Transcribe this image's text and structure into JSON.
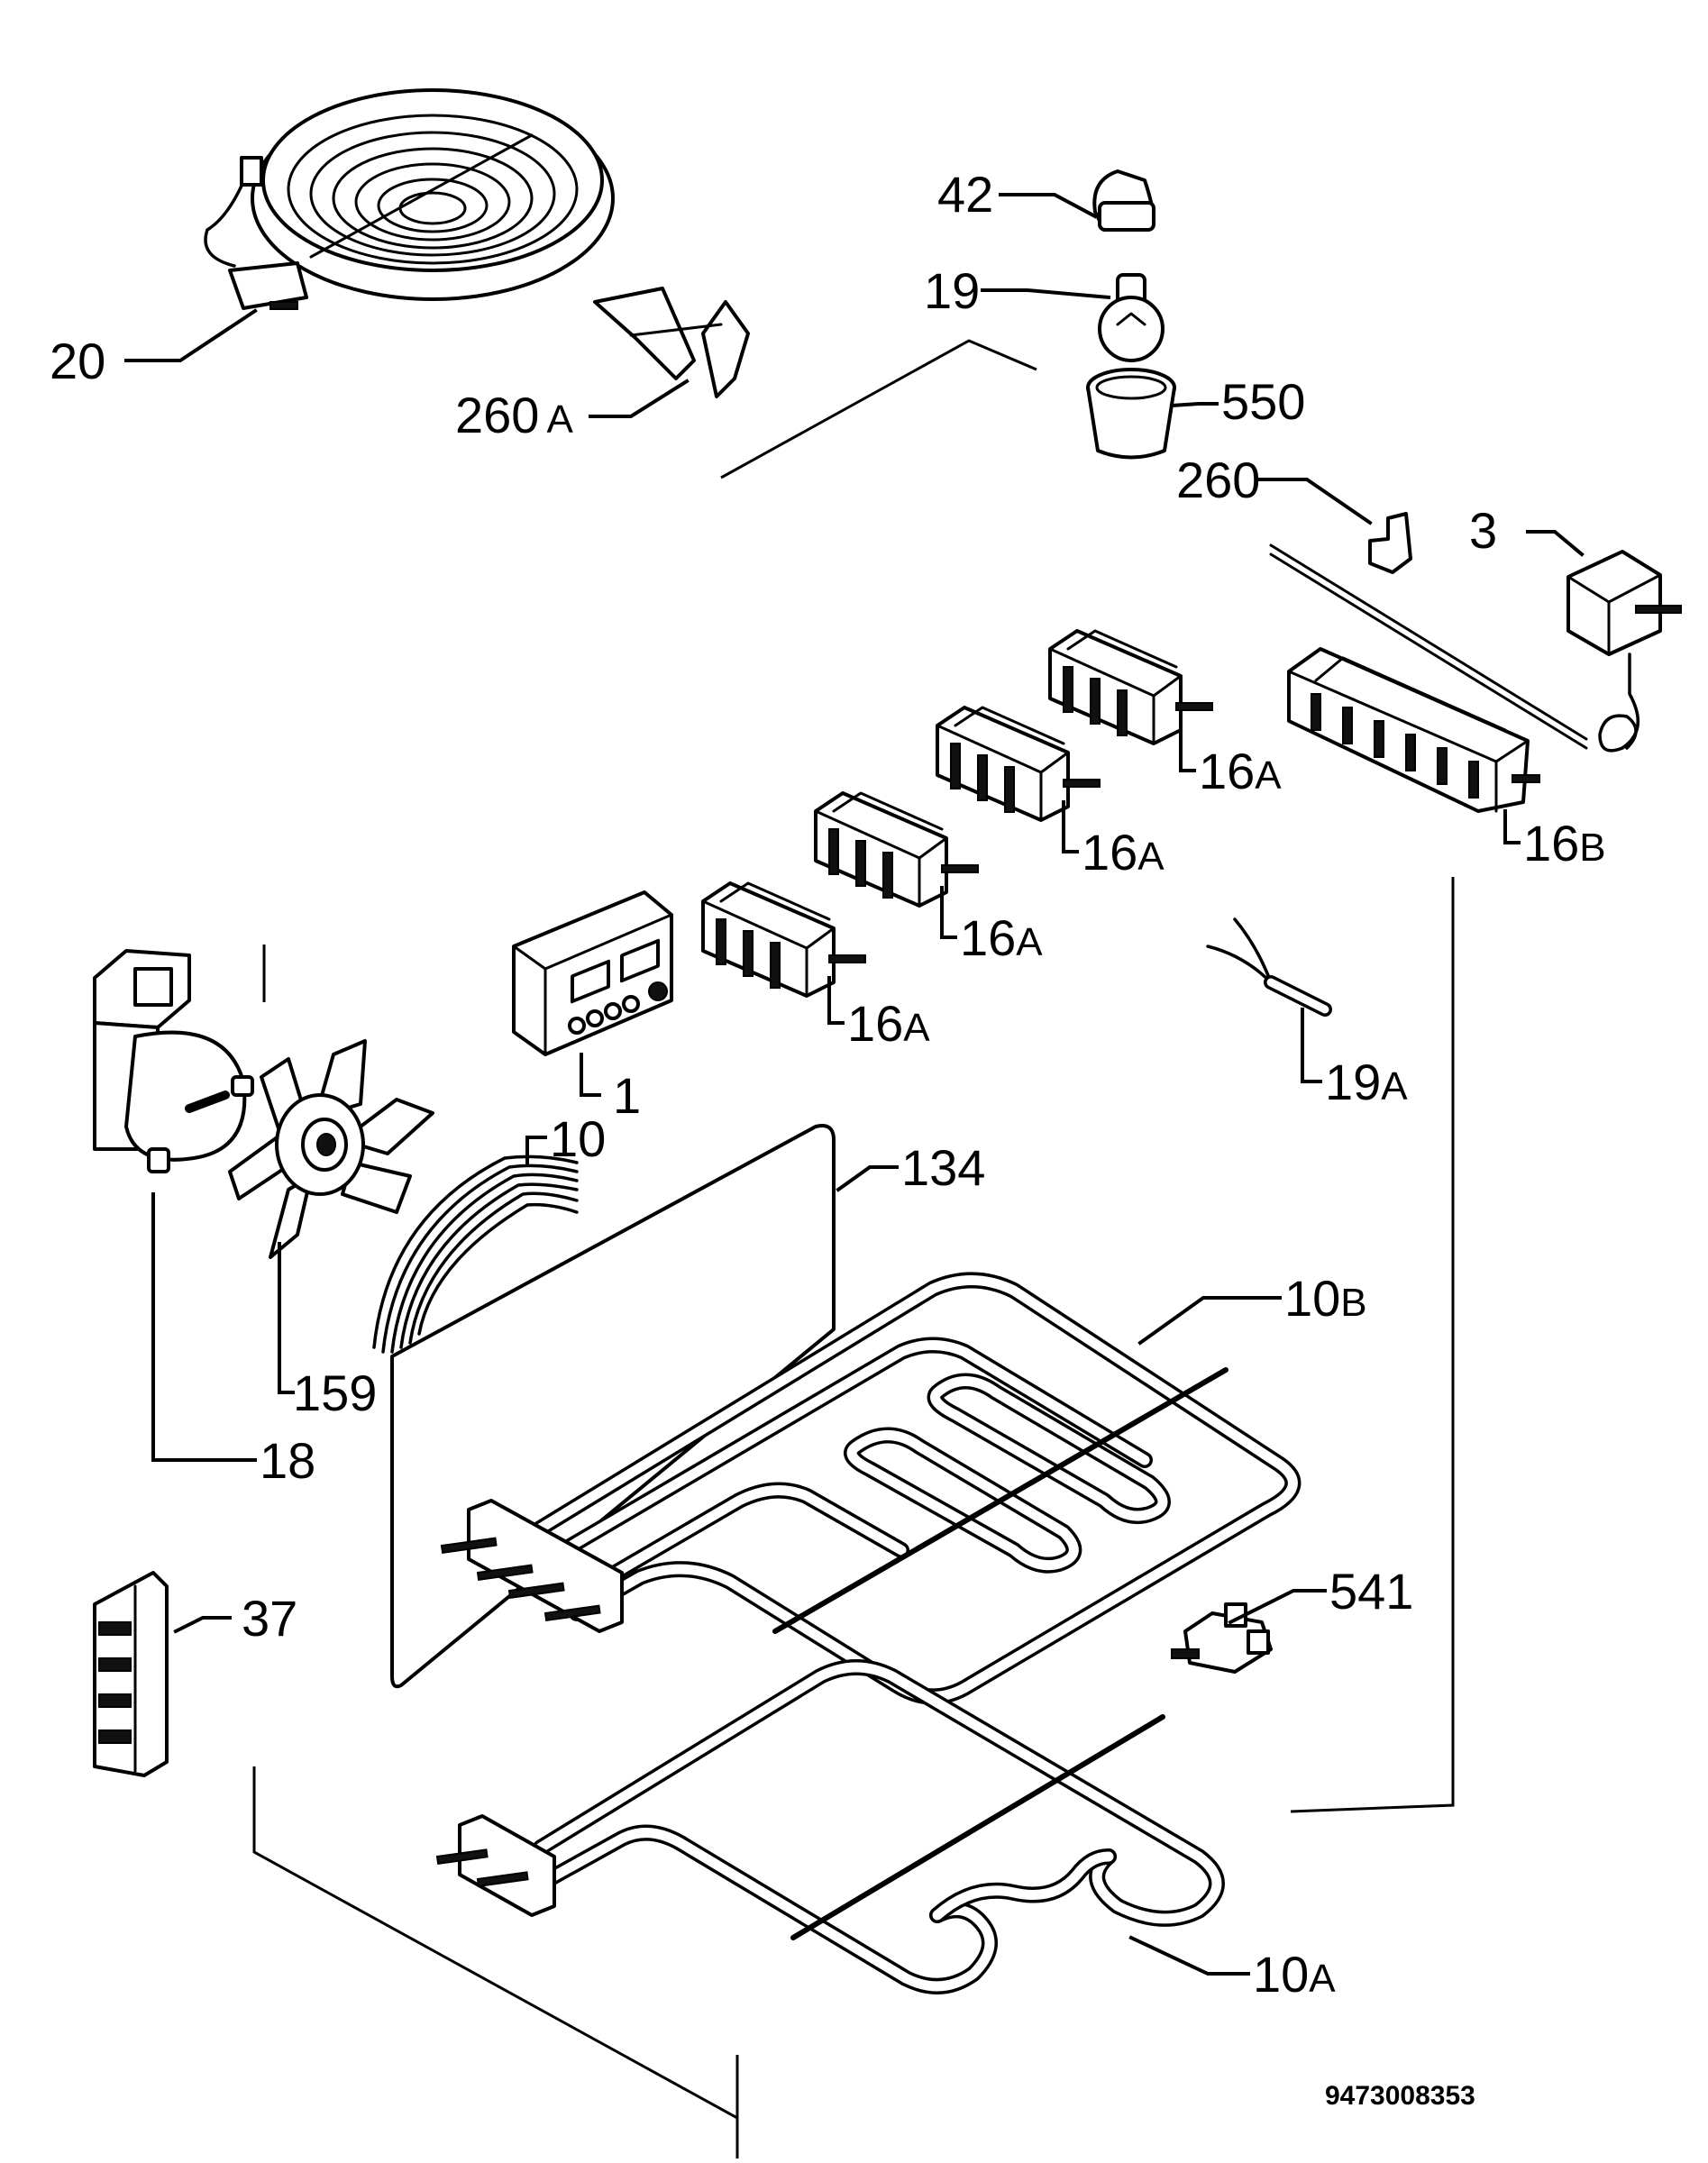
{
  "labels": {
    "p20": "20",
    "p260a": "260",
    "p260a_s": "A",
    "p42": "42",
    "p19": "19",
    "p550": "550",
    "p260": "260",
    "p3": "3",
    "p16a_1": "16",
    "p16a_1_s": "A",
    "p16a_2": "16",
    "p16a_2_s": "A",
    "p16a_3": "16",
    "p16a_3_s": "A",
    "p16a_4": "16",
    "p16a_4_s": "A",
    "p16b": "16",
    "p16b_s": "B",
    "p1": "1",
    "p19a": "19",
    "p19a_s": "A",
    "p10": "10",
    "p134": "134",
    "p10b": "10",
    "p10b_s": "B",
    "p159": "159",
    "p18": "18",
    "p541": "541",
    "p37": "37",
    "p10a": "10",
    "p10a_s": "A"
  },
  "reference_number": "9473008353"
}
